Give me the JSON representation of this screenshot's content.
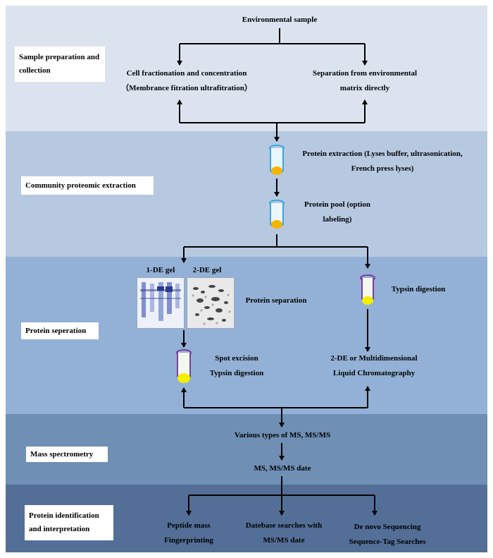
{
  "bands": [
    {
      "label": "Sample preparation and\ncollection",
      "color": "#dbe3ef"
    },
    {
      "label": "Community proteomic extraction",
      "color": "#b7c9e1"
    },
    {
      "label": "Protein seperation",
      "color": "#93b1d6"
    },
    {
      "label": "Mass spectrometry",
      "color": "#6f8fb5"
    },
    {
      "label": "Protein identification\nand interpretation",
      "color": "#536f98"
    }
  ],
  "nodes": {
    "environmental_sample": "Environmental sample",
    "cell_fractionation": "Cell fractionation and concentration\n（Membrance fitration ultrafitration）",
    "separation_matrix": "Separation from environmental\nmatrix directly",
    "protein_extraction": "Protein extraction (Lyses buffer, ultrasonication,\nFrench press lyses)",
    "protein_pool": "Protein pool (option\nlabeling)",
    "gel_1de": "1-DE gel",
    "gel_2de": "2-DE gel",
    "protein_separation": "Protein separation",
    "typsin_digestion": "Typsin digestion",
    "spot_excision": "Spot excision\nTypsin digestion",
    "chromatography": "2-DE or Multidimensional\nLiquid Chromatography",
    "ms_types": "Various types of MS, MS/MS",
    "ms_date": "MS, MS/MS date",
    "peptide_fingerprinting": "Peptide mass\nFingerprinting",
    "database_search": "Datebase searches with\nMS/MS date",
    "de_novo": "De novo Sequencing\nSequence-Tag Searches"
  },
  "colors": {
    "tube_blue": "#3aa6e0",
    "tube_orange": "#f5b400",
    "tube_purple": "#7a3f9e",
    "tube_yellow": "#f4ee00",
    "arrow": "#000000"
  }
}
